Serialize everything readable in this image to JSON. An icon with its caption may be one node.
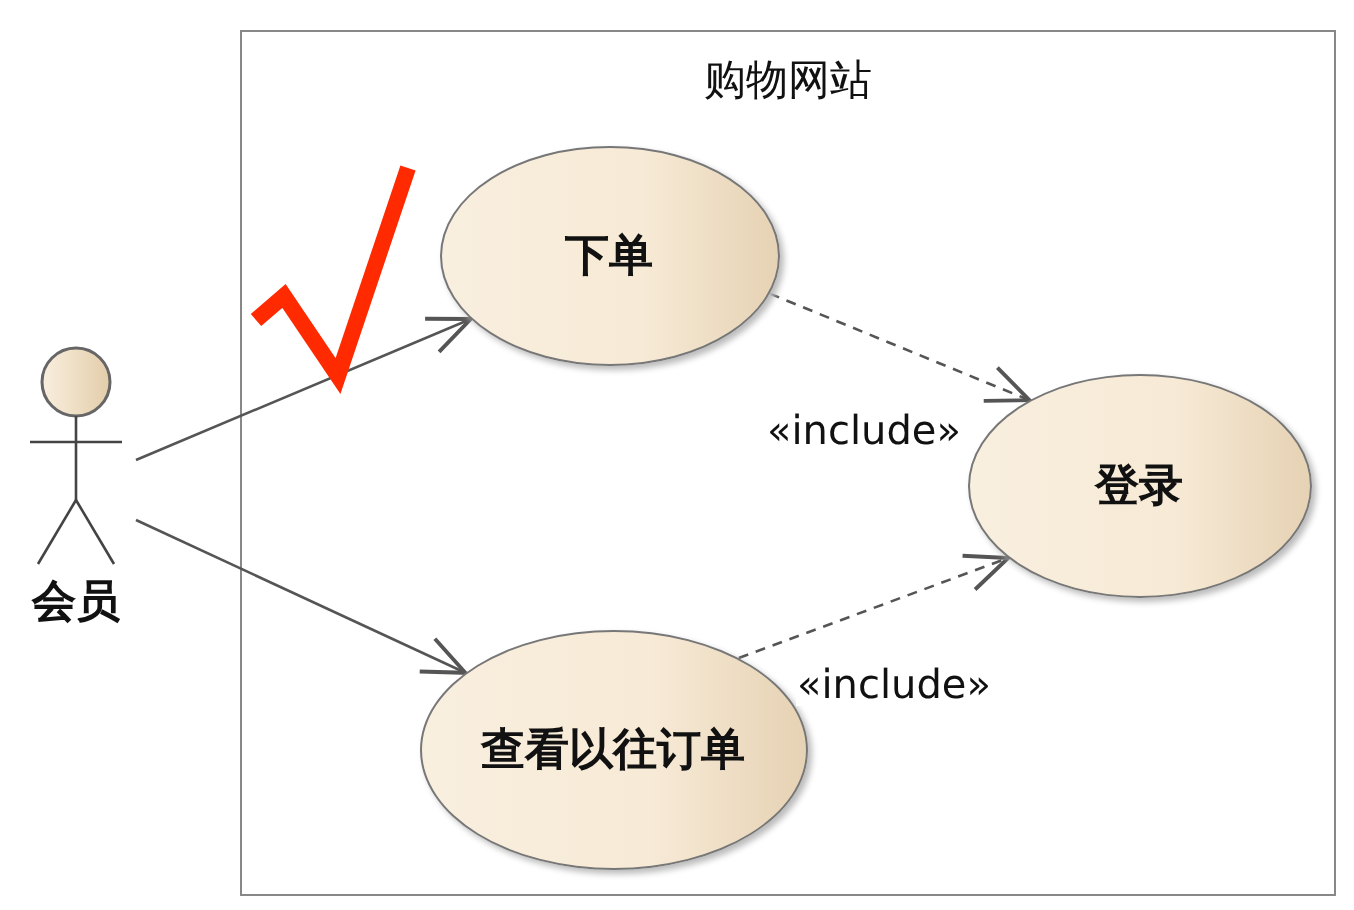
{
  "diagram": {
    "nodes": [
      {
        "text": [
          "购物网站"
        ]
      },
      {
        "text": [
          "下单"
        ],
        "in": 0
      },
      {
        "text": [
          "登录"
        ],
        "in": 0
      },
      {
        "text": [
          "查看以往订单"
        ],
        "in": 0
      },
      {
        "text": [
          "会员"
        ]
      }
    ],
    "edges": [
      {
        "from": 4,
        "to": 1,
        "arrow": "to"
      },
      {
        "from": 4,
        "to": 3,
        "arrow": "to"
      },
      {
        "from": 1,
        "to": 2,
        "arrow": "to",
        "style": "dashed",
        "label": "«include»"
      },
      {
        "from": 3,
        "to": 2,
        "arrow": "to",
        "style": "dashed",
        "label": "«include»"
      }
    ]
  }
}
